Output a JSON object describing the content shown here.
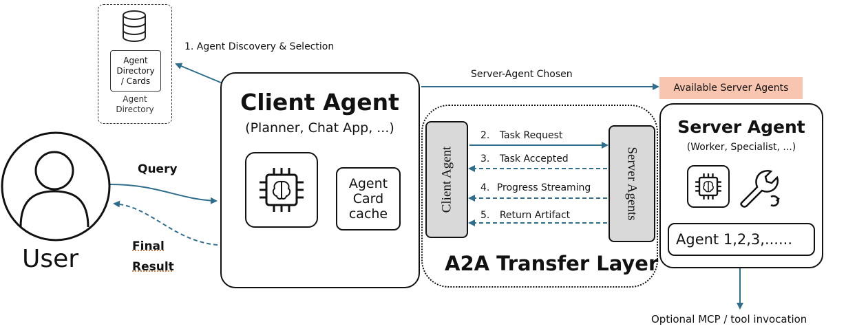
{
  "directory": {
    "card_label": "Agent\nDirectory\n/ Cards",
    "caption": "Agent\nDirectory"
  },
  "user": {
    "label": "User"
  },
  "flows": {
    "discovery": "1.   Agent Discovery  & Selection",
    "chosen": "Server-Agent Chosen",
    "query": "Query",
    "final_line1": "Final",
    "final_line2": "Result"
  },
  "client_agent": {
    "title": "Client Agent",
    "subtitle": "(Planner, Chat App, ...)",
    "cache_label": "Agent\nCard\ncache"
  },
  "transfer_layer": {
    "title": "A2A Transfer Layer",
    "left_label": "Client Agent",
    "right_label": "Server Agents",
    "steps": [
      {
        "num": "2.",
        "text": "Task Request"
      },
      {
        "num": "3.",
        "text": "Task Accepted"
      },
      {
        "num": "4.",
        "text": "Progress Streaming"
      },
      {
        "num": "5.",
        "text": "Return Artifact"
      }
    ]
  },
  "available": {
    "label": "Available Server Agents",
    "color": "#f8c6b0"
  },
  "server_agent": {
    "title": "Server Agent",
    "subtitle": "(Worker, Specialist, ...)",
    "agents_label": "Agent 1,2,3,......"
  },
  "mcp": {
    "label": "Optional MCP / tool invocation"
  },
  "colors": {
    "arrow": "#2f6d8c",
    "pillar": "#d9d9d9"
  },
  "icons": [
    "database-icon",
    "user-icon",
    "ai-chip-icon",
    "wrench-icon"
  ]
}
